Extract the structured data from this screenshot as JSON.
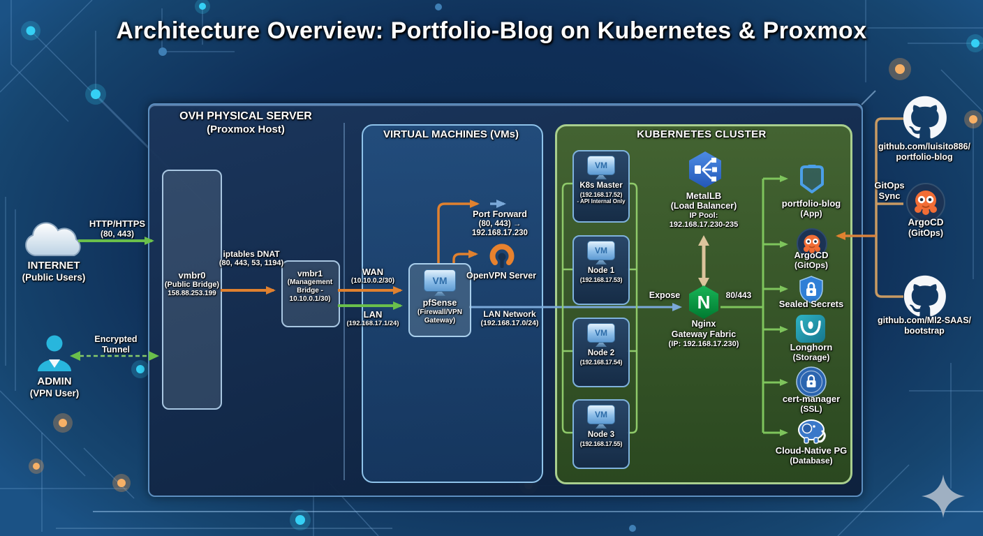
{
  "title": "Architecture Overview: Portfolio-Blog on Kubernetes & Proxmox",
  "icons": {
    "vm_label": "VM",
    "nginx_letter": "N"
  },
  "colors": {
    "background_navy": "#0f2f58",
    "panel_blue": "#1d4a78",
    "cluster_green": "#3a5c26",
    "arrow_green": "#6abf4b",
    "arrow_orange": "#e0812f",
    "arrow_blue": "#7aa8d8",
    "arrow_tan": "#dcc49c",
    "bracket_brown": "#c89a63",
    "nginx_green": "#009639",
    "argo_orange": "#f26d35",
    "glow_cyan": "#35d0f5",
    "glow_orange": "#f5a354"
  },
  "left": {
    "internet_label": "INTERNET",
    "internet_sub": "(Public Users)",
    "http_line1": "HTTP/HTTPS",
    "http_line2": "(80, 443)",
    "admin_label": "ADMIN",
    "admin_sub": "(VPN User)",
    "tunnel_line1": "Encrypted",
    "tunnel_line2": "Tunnel"
  },
  "ovh": {
    "title": "OVH PHYSICAL SERVER",
    "subtitle": "(Proxmox Host)",
    "vmbr0_name": "vmbr0",
    "vmbr0_desc": "(Public Bridge)",
    "vmbr0_ip": "158.88.253.199",
    "dnat_line1": "iptables DNAT",
    "dnat_line2": "(80, 443, 53, 1194)",
    "vmbr1_name": "vmbr1",
    "vmbr1_desc": "(Management Bridge - 10.10.0.1/30)"
  },
  "vms": {
    "title": "VIRTUAL MACHINES (VMs)",
    "wan_label": "WAN",
    "wan_cidr": "(10.10.0.2/30)",
    "lan_label": "LAN",
    "lan_cidr": "(192.168.17.1/24)",
    "pfsense_name": "pfSense",
    "pfsense_desc": "(Firewall/VPN Gateway)",
    "pf_line1": "Port Forward",
    "pf_line2": "(80, 443) →",
    "pf_line3": "192.168.17.230",
    "openvpn_label": "OpenVPN Server",
    "lan_net_label": "LAN Network",
    "lan_net_cidr": "(192.168.17.0/24)"
  },
  "k8s": {
    "title": "KUBERNETES CLUSTER",
    "nodes": [
      {
        "name": "K8s Master",
        "ip": "(192.168.17.52)",
        "note": "- API Internal Only"
      },
      {
        "name": "Node 1",
        "ip": "(192.168.17.53)",
        "note": ""
      },
      {
        "name": "Node 2",
        "ip": "(192.168.17.54)",
        "note": ""
      },
      {
        "name": "Node 3",
        "ip": "(192.168.17.55)",
        "note": ""
      }
    ],
    "metallb_name": "MetalLB",
    "metallb_role": "(Load Balancer)",
    "metallb_pool_label": "IP Pool:",
    "metallb_pool": "192.168.17.230-235",
    "expose_label": "Expose",
    "ports_label": "80/443",
    "nginx_line1": "Nginx",
    "nginx_line2": "Gateway Fabric",
    "nginx_ip": "(IP: 192.168.17.230)",
    "services": [
      {
        "name": "portfolio-blog",
        "role": "(App)"
      },
      {
        "name": "ArgoCD",
        "role": "(GitOps)"
      },
      {
        "name": "Sealed Secrets",
        "role": ""
      },
      {
        "name": "Longhorn",
        "role": "(Storage)"
      },
      {
        "name": "cert-manager",
        "role": "(SSL)"
      },
      {
        "name": "Cloud-Native PG",
        "role": "(Database)"
      }
    ]
  },
  "right": {
    "repo1_line1": "github.com/luisito886/",
    "repo1_line2": "portfolio-blog",
    "sync_line1": "GitOps",
    "sync_line2": "Sync",
    "argocd_name": "ArgoCD",
    "argocd_role": "(GitOps)",
    "repo2_line1": "github.com/Ml2-SAAS/",
    "repo2_line2": "bootstrap"
  }
}
